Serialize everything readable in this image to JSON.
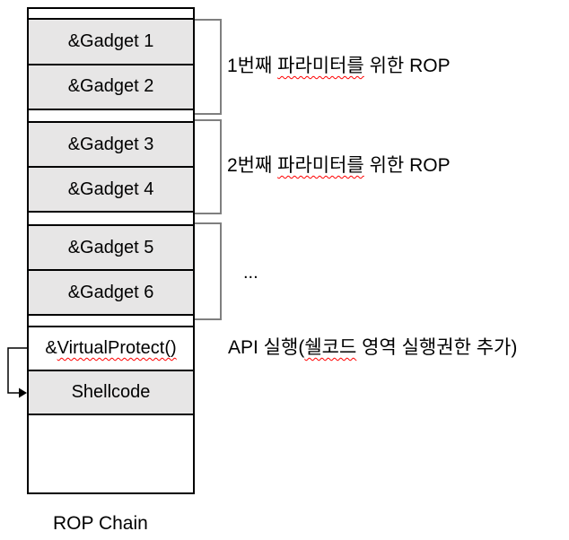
{
  "diagram": {
    "stack": {
      "blocks": [
        {
          "cells": [
            {
              "text": "&Gadget 1"
            },
            {
              "text": "&Gadget 2"
            }
          ]
        },
        {
          "cells": [
            {
              "text": "&Gadget 3"
            },
            {
              "text": "&Gadget 4"
            }
          ]
        },
        {
          "cells": [
            {
              "text": "&Gadget 5"
            },
            {
              "text": "&Gadget 6"
            }
          ]
        },
        {
          "cells": [
            {
              "prefix": "&",
              "misspelled": "VirtualProtect()"
            },
            {
              "text": "Shellcode"
            }
          ]
        }
      ],
      "caption": "ROP Chain"
    },
    "annotations": {
      "rop1": {
        "before": "1번째 ",
        "misspelled": "파라미터를",
        "after": " 위한 ROP"
      },
      "rop2": {
        "before": "2번째 ",
        "misspelled": "파라미터를",
        "after": " 위한 ROP"
      },
      "ellipsis": "...",
      "api": {
        "before": "API 실행(",
        "misspelled": "쉘코드",
        "after": " 영역 실행권한 추가)"
      }
    },
    "colors": {
      "cell_fill": "#e7e6e6",
      "cell_border": "#000000",
      "bracket_border": "#7f7f7f",
      "misspell_underline": "#ff0000",
      "text": "#000000",
      "background": "#ffffff"
    }
  }
}
